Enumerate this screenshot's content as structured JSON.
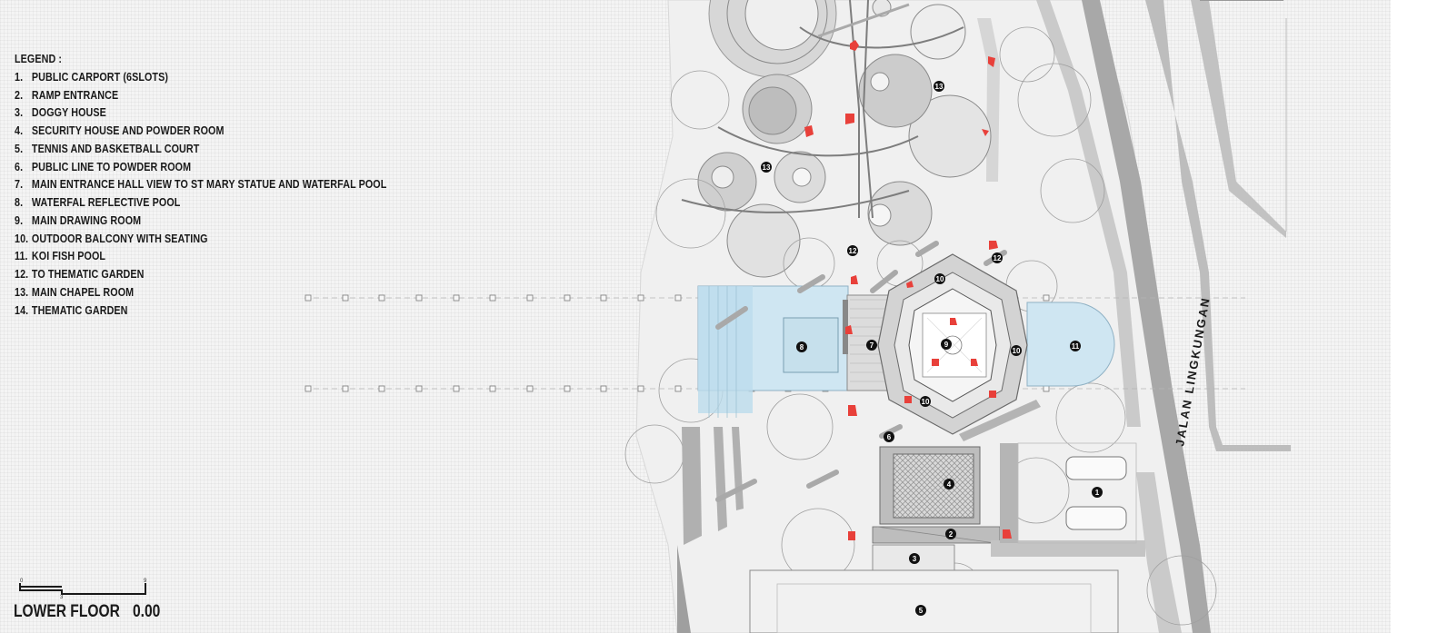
{
  "legend": {
    "title": "LEGEND :",
    "items": [
      {
        "number": "1.",
        "label": "PUBLIC CARPORT (6SLOTS)"
      },
      {
        "number": "2.",
        "label": "RAMP ENTRANCE"
      },
      {
        "number": "3.",
        "label": "DOGGY HOUSE"
      },
      {
        "number": "4.",
        "label": "SECURITY HOUSE AND POWDER ROOM"
      },
      {
        "number": "5.",
        "label": "TENNIS AND BASKETBALL COURT"
      },
      {
        "number": "6.",
        "label": "PUBLIC LINE TO POWDER ROOM"
      },
      {
        "number": "7.",
        "label": "MAIN ENTRANCE HALL VIEW TO ST MARY STATUE AND WATERFAL POOL"
      },
      {
        "number": "8.",
        "label": "WATERFAL REFLECTIVE POOL"
      },
      {
        "number": "9.",
        "label": "MAIN DRAWING ROOM"
      },
      {
        "number": "10.",
        "label": "OUTDOOR BALCONY WITH SEATING"
      },
      {
        "number": "11.",
        "label": "KOI FISH POOL"
      },
      {
        "number": "12.",
        "label": "TO THEMATIC GARDEN"
      },
      {
        "number": "13.",
        "label": "MAIN CHAPEL ROOM"
      },
      {
        "number": "14.",
        "label": "THEMATIC GARDEN"
      }
    ]
  },
  "scale_bar": {
    "start": "0",
    "mid": "3",
    "end": "9"
  },
  "floor": {
    "name": "LOWER FLOOR",
    "level": "0.00"
  },
  "street": {
    "name": "JALAN LINGKUNGAN"
  },
  "plan_markers": [
    "1",
    "2",
    "3",
    "4",
    "5",
    "6",
    "7",
    "8",
    "9",
    "10",
    "10",
    "10",
    "11",
    "12",
    "12",
    "13",
    "13"
  ],
  "colors": {
    "water": "#cfe6f2",
    "accent_red": "#e8403a",
    "shadow": "#b8b8b8",
    "line": "#6f6f6f",
    "marker": "#111111"
  }
}
